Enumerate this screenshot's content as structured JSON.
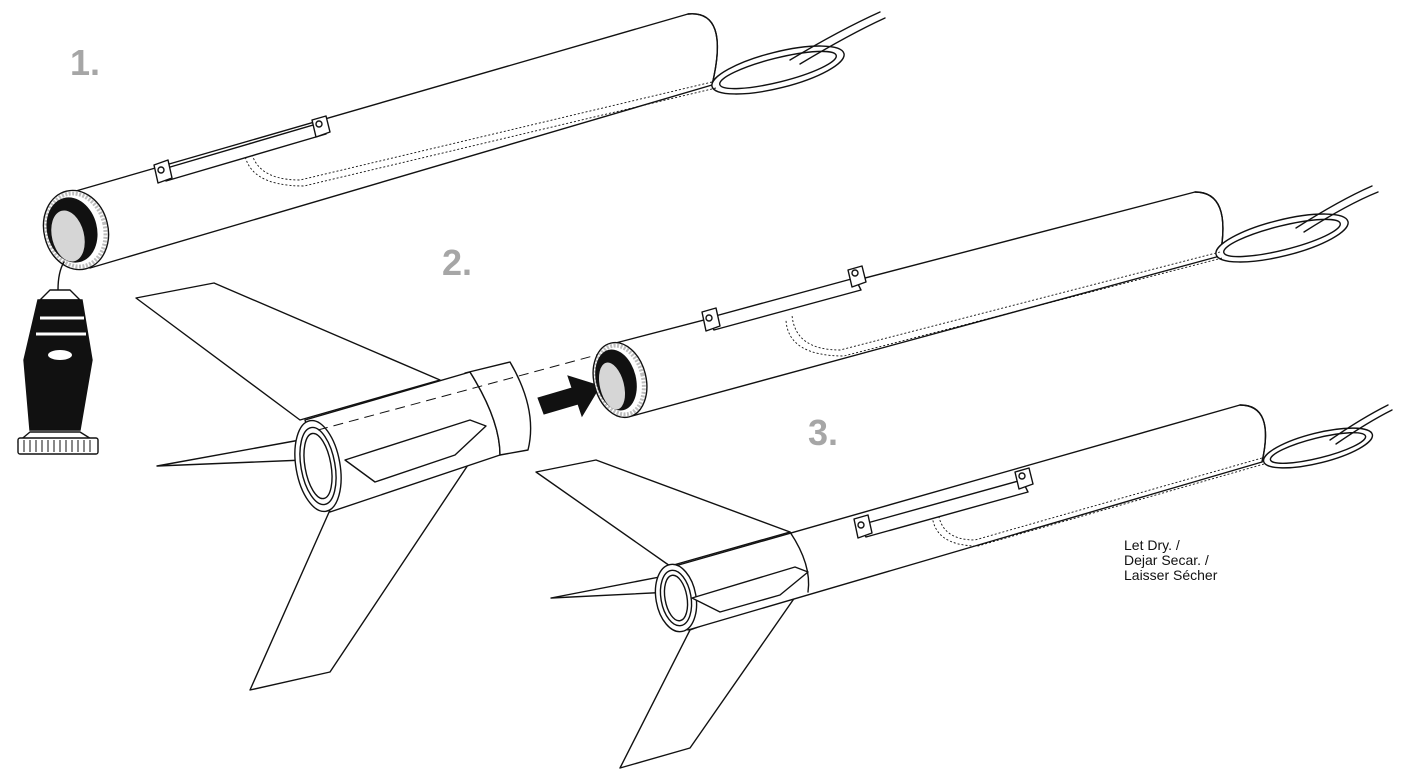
{
  "steps": [
    {
      "number": "1."
    },
    {
      "number": "2."
    },
    {
      "number": "3."
    }
  ],
  "note": {
    "line1": "Let Dry. /",
    "line2": "Dejar Secar. /",
    "line3": "Laisser Sécher"
  },
  "colors": {
    "line": "#111111",
    "step_number": "#a6a6a6",
    "ring_inner": "#c8c8c8"
  }
}
